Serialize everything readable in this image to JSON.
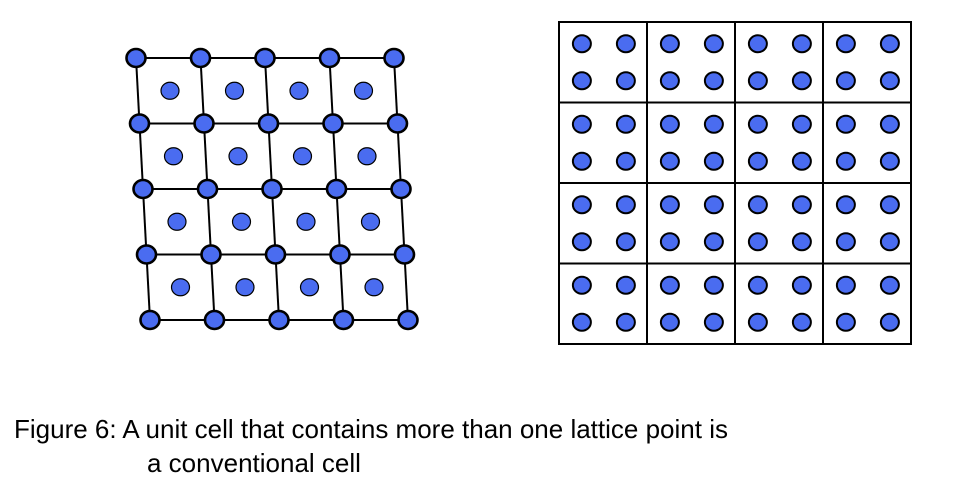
{
  "colors": {
    "atom_fill": "#4a6cf0",
    "atom_stroke": "#000000",
    "line": "#000000",
    "background": "#ffffff"
  },
  "left_lattice": {
    "description_type": "oblique-primitive-lattice",
    "corner_rows": 5,
    "corner_cols": 5,
    "cell_rows": 4,
    "cell_cols": 4,
    "center_atoms_per_cell": 1
  },
  "right_lattice": {
    "description_type": "conventional-square-lattice",
    "cell_rows": 4,
    "cell_cols": 4,
    "atoms_per_cell_rows": 2,
    "atoms_per_cell_cols": 2
  },
  "caption": {
    "line1": "Figure 6: A unit cell that contains more than one lattice point is",
    "line2": "a conventional cell"
  }
}
